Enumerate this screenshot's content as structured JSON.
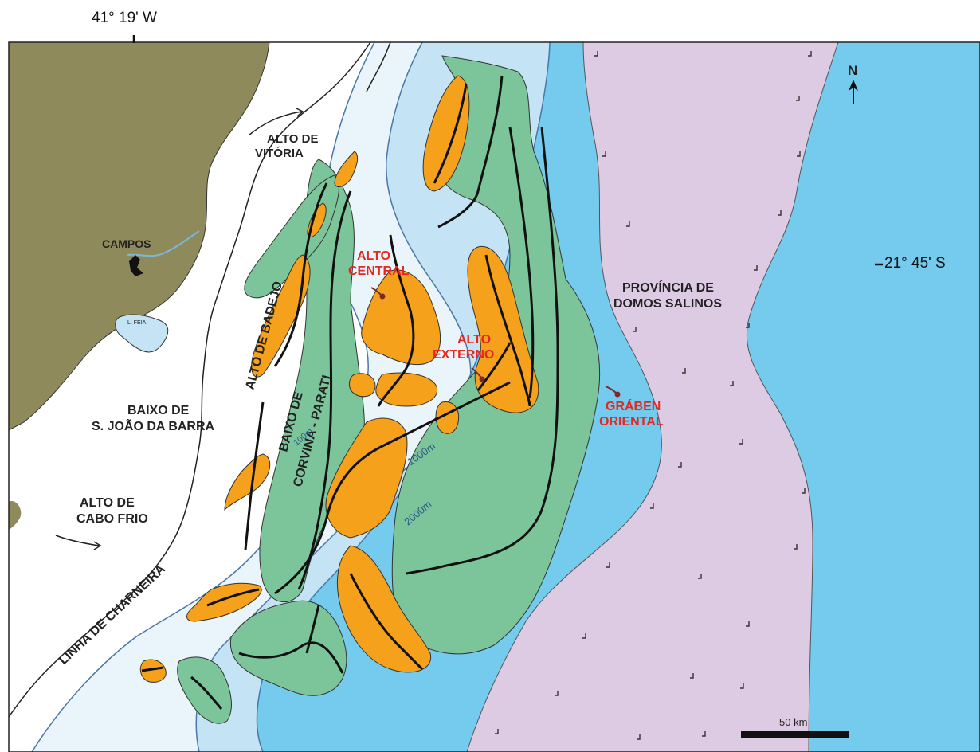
{
  "coordinates": {
    "longitude": "41° 19' W",
    "latitude": "21° 45' S"
  },
  "north_arrow": {
    "label": "N",
    "icon": "north-arrow-icon"
  },
  "scale_bar": {
    "label": "50 km"
  },
  "labels": {
    "alto_vitoria": [
      "ALTO DE",
      "VITÓRIA"
    ],
    "campos": "CAMPOS",
    "l_feia": "L. FEIA",
    "alto_central": [
      "ALTO",
      "CENTRAL"
    ],
    "alto_externo": [
      "ALTO",
      "EXTERNO"
    ],
    "provincia": [
      "PROVÍNCIA DE",
      "DOMOS SALINOS"
    ],
    "alto_badejo": "ALTO DE BADEJO",
    "baixo_sjb": [
      "BAIXO DE",
      "S. JOÃO DA BARRA"
    ],
    "baixo_corvina": [
      "BAIXO DE",
      "CORVINA - PARATI"
    ],
    "graben": [
      "GRÁBEN",
      "ORIENTAL"
    ],
    "alto_cabo_frio": [
      "ALTO DE",
      "CABO FRIO"
    ],
    "linha_charneira": "LINHA DE CHARNEIRA",
    "iso_1000": "1000m",
    "iso_2000": "2000m",
    "iso_100": "100m"
  },
  "colors": {
    "land": "#8f8a5c",
    "shelf": "#e6f2fa",
    "slope_light": "#c4e3f5",
    "deep": "#74cbee",
    "salt": "#ddcbe3",
    "high": "#7cc49a",
    "low": "#f5a11c",
    "red_label": "#e8251f"
  }
}
